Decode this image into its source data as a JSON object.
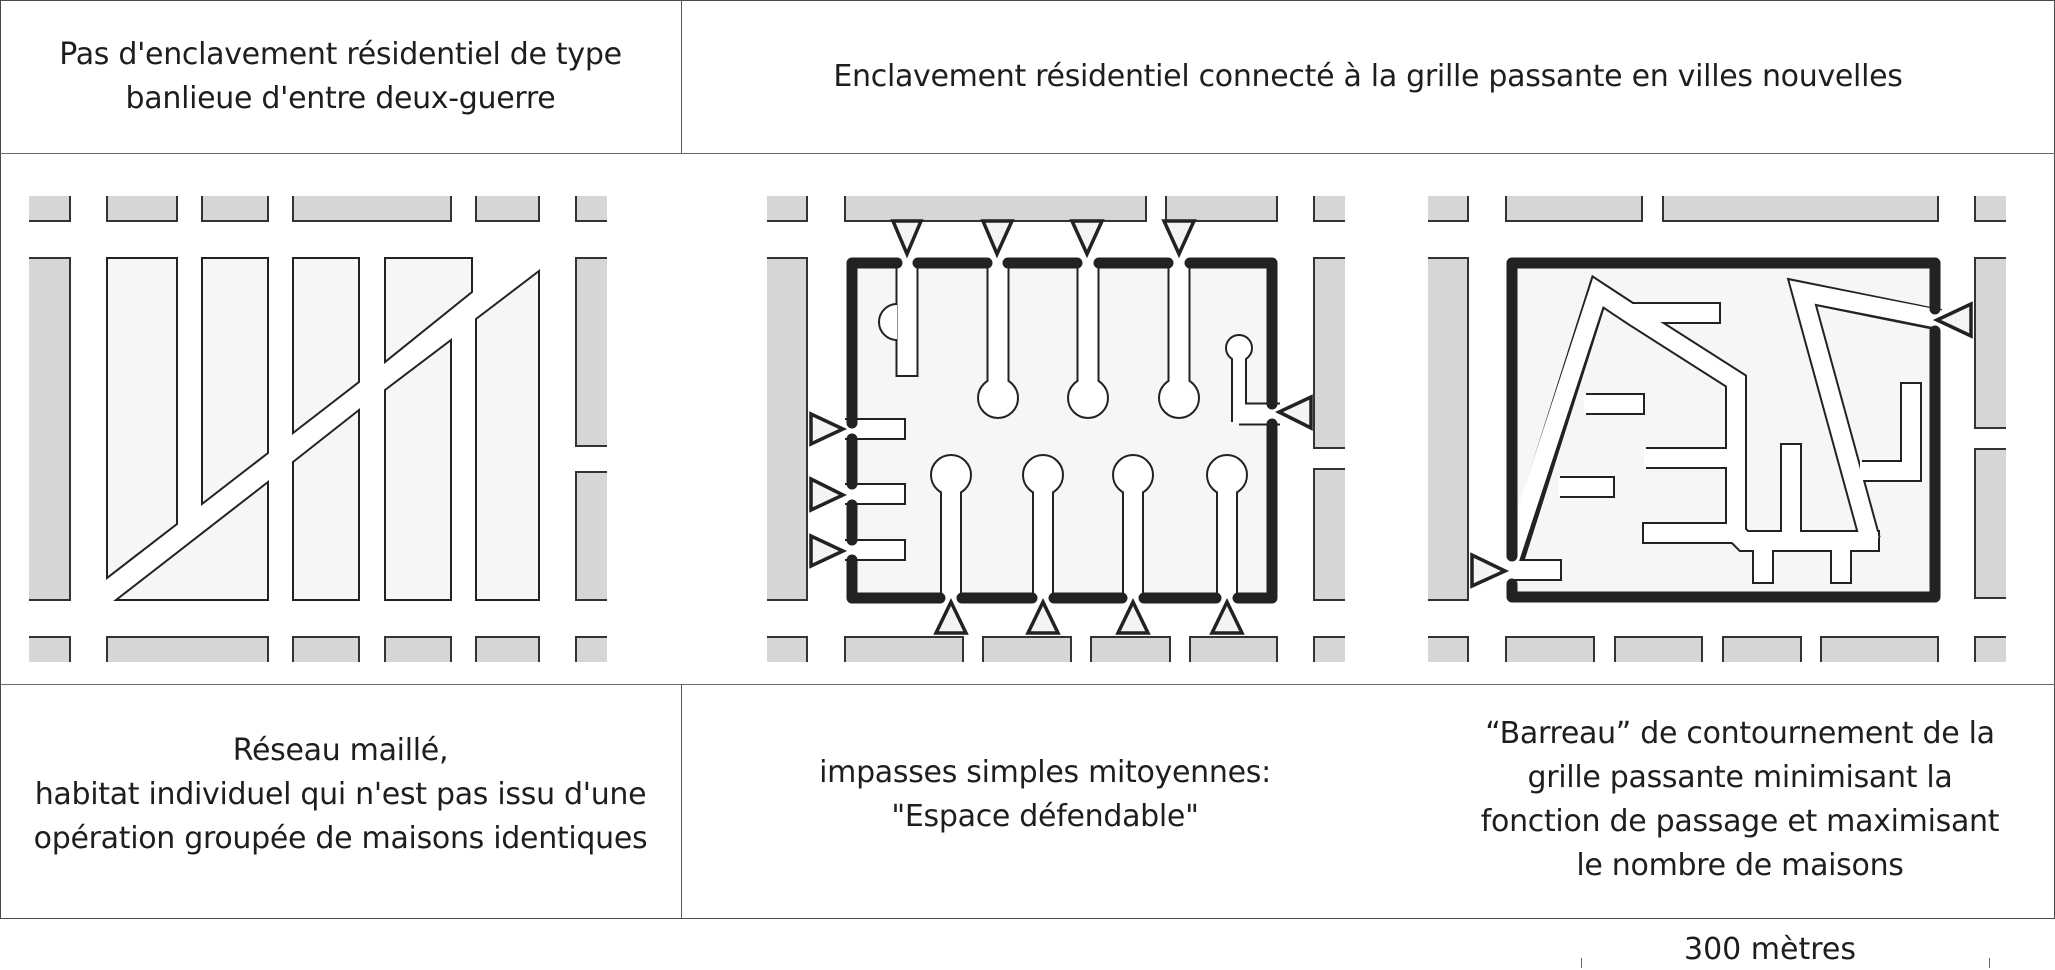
{
  "header": {
    "col1_title_lines": [
      "Pas d'enclavement résidentiel de type",
      "banlieue d'entre deux-guerre"
    ],
    "col2_title": "Enclavement résidentiel connecté à la grille passante en villes nouvelles"
  },
  "captions": {
    "panel1_lines": [
      "Réseau maillé,",
      "habitat individuel qui n'est pas issu d'une",
      "opération groupée de maisons identiques"
    ],
    "panel2_lines": [
      "impasses simples mitoyennes:",
      "\"Espace défendable\""
    ],
    "panel3_lines": [
      "“Barreau” de contournement de la",
      "grille passante minimisant la",
      "fonction de passage et maximisant",
      "le nombre de maisons"
    ]
  },
  "scale": {
    "label": "300 mètres"
  },
  "colors": {
    "surrounding_block": "#d6d6d6",
    "enclave_fill": "#f6f6f6",
    "outline": "#222222",
    "road": "#ffffff"
  },
  "legend_semantics": {
    "thick_border": "enclave boundary",
    "triangle": "access gate",
    "white_path": "internal street / cul-de-sac"
  }
}
